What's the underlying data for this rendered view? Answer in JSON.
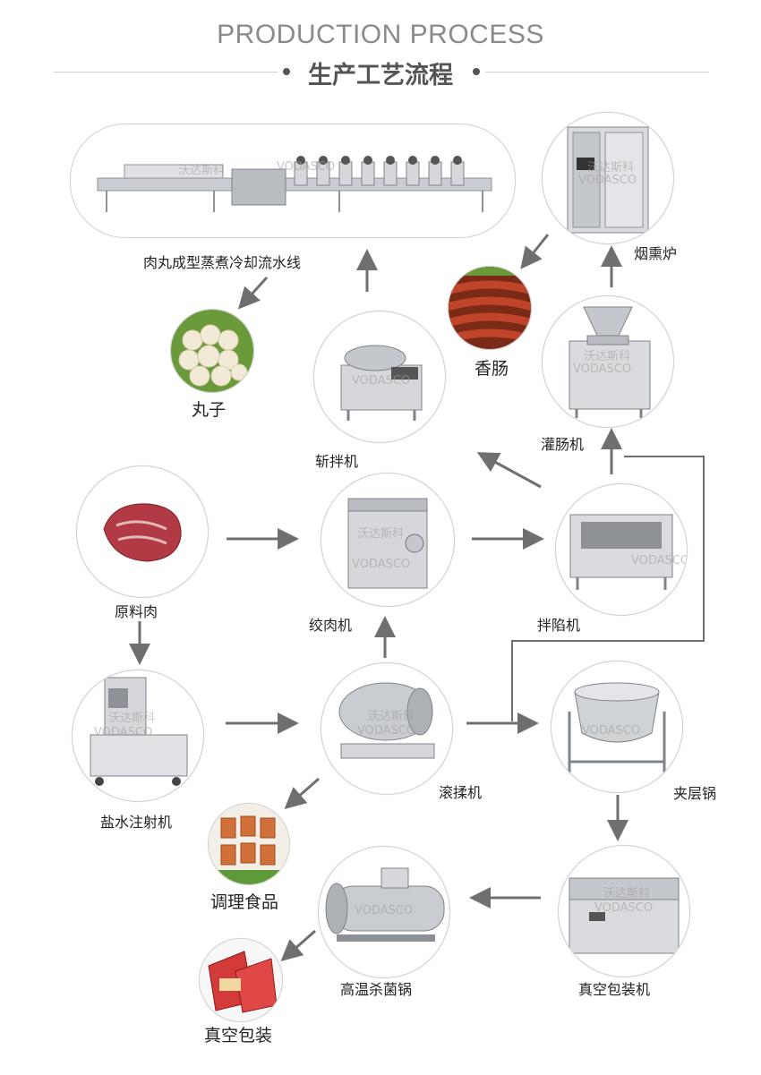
{
  "header": {
    "title": "PRODUCTION PROCESS",
    "subtitle": "生产工艺流程"
  },
  "nodes": {
    "meatball_line": "肉丸成型蒸煮冷却流水线",
    "smoke_oven": "烟熏炉",
    "meatballs": "丸子",
    "sausage": "香肠",
    "bowl_cutter": "斩拌机",
    "stuffer": "灌肠机",
    "raw_meat": "原料肉",
    "grinder": "绞肉机",
    "mixer": "拌陷机",
    "injector": "盐水注射机",
    "tumbler": "滚揉机",
    "jacketed_kettle": "夹层锅",
    "prepared_food": "调理食品",
    "sterilizer": "高温杀菌锅",
    "vacuum_packer": "真空包装机",
    "vacuum_pack": "真空包装"
  },
  "watermark": {
    "cn": "沃达斯科",
    "en": "VODASCO"
  },
  "colors": {
    "arrow": "#6f6f6f",
    "steel": "#c9ccd0",
    "border": "#cfcfcf"
  }
}
